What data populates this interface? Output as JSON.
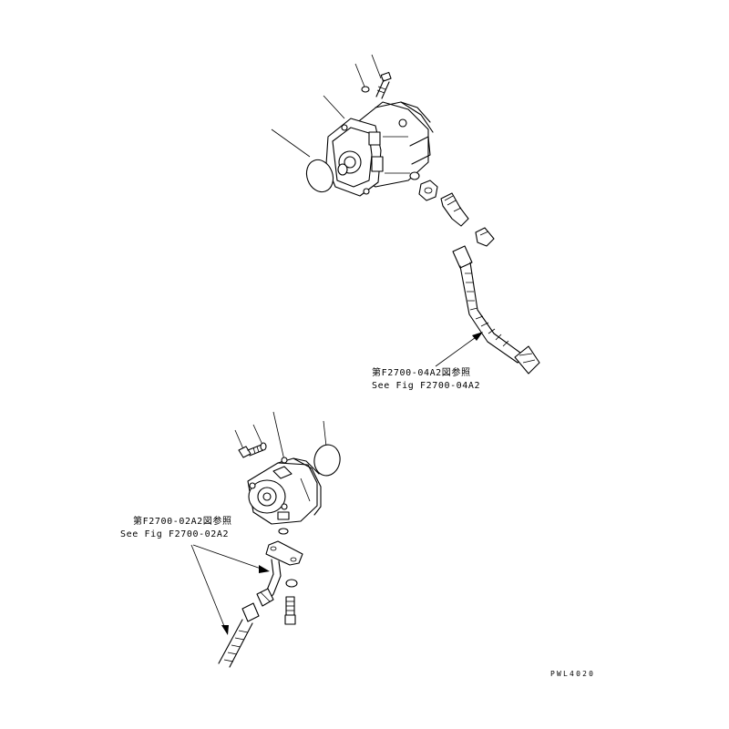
{
  "references": {
    "upper": {
      "jp": "第F2700-04A2図参照",
      "en": "See Fig F2700-04A2"
    },
    "lower": {
      "jp": "第F2700-02A2図参照",
      "en": "See Fig F2700-02A2"
    }
  },
  "drawing_code": "PWL4020"
}
